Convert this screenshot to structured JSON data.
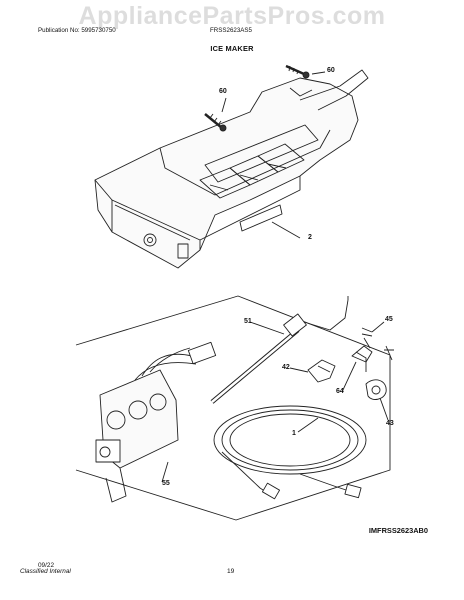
{
  "watermark": "AppliancePartsPros.com",
  "header": {
    "publication": "Publication No: 5995730750",
    "model": "FRSS2623AS5"
  },
  "title": "ICE MAKER",
  "callouts": {
    "c60a": "60",
    "c60b": "60",
    "c2": "2",
    "c51": "51",
    "c45": "45",
    "c42": "42",
    "c64": "64",
    "c1": "1",
    "c43": "43",
    "c55": "55"
  },
  "diagram_code": "IMFRSS2623AB0",
  "footer": {
    "date": "09/22",
    "classification": "Classified Internal",
    "page_number": "19"
  }
}
